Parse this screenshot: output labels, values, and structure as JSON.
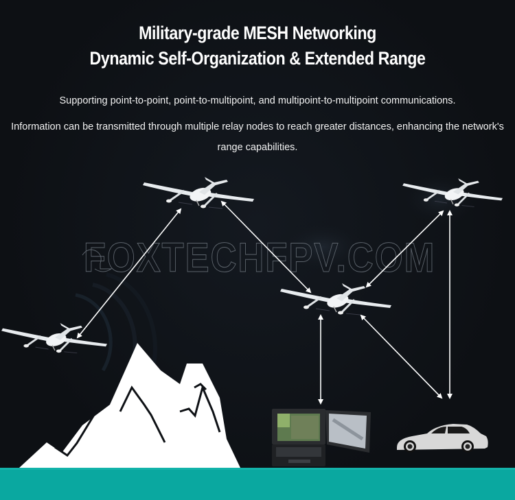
{
  "header": {
    "title_line1": "Military-grade MESH Networking",
    "title_line2": "Dynamic Self-Organization & Extended Range"
  },
  "description": {
    "line1": "Supporting point-to-point, point-to-multipoint, and multipoint-to-multipoint communications.",
    "line2": "Information can be transmitted through multiple relay nodes to reach greater distances, enhancing the network's range capabilities."
  },
  "watermark": {
    "text": "FOXTECHFPV.COM"
  },
  "diagram": {
    "nodes": [
      {
        "id": "drone-left",
        "type": "drone"
      },
      {
        "id": "drone-top-center",
        "type": "drone"
      },
      {
        "id": "drone-top-right",
        "type": "drone"
      },
      {
        "id": "drone-relay-center",
        "type": "drone"
      },
      {
        "id": "ground-station-laptop",
        "type": "ground-control-station"
      },
      {
        "id": "vehicle-car",
        "type": "vehicle"
      }
    ],
    "links": [
      [
        "drone-left",
        "drone-top-center"
      ],
      [
        "drone-top-center",
        "drone-relay-center"
      ],
      [
        "drone-top-right",
        "drone-relay-center"
      ],
      [
        "drone-relay-center",
        "ground-station-laptop"
      ],
      [
        "drone-relay-center",
        "vehicle-car"
      ],
      [
        "drone-top-right",
        "vehicle-car"
      ]
    ],
    "terrain": "mountains"
  },
  "colors": {
    "background": "#0e1115",
    "text": "#ffffff",
    "footer": "#0aa8a0"
  }
}
